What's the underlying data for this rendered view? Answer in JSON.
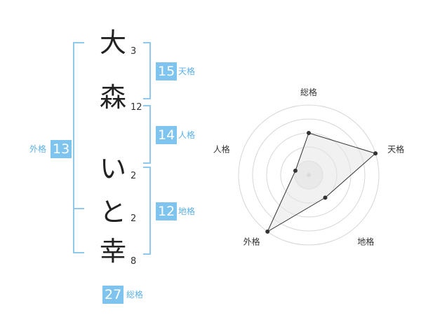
{
  "name_chars": [
    {
      "char": "大",
      "strokes": "3"
    },
    {
      "char": "森",
      "strokes": "12"
    },
    {
      "char": "い",
      "strokes": "2"
    },
    {
      "char": "と",
      "strokes": "2"
    },
    {
      "char": "幸",
      "strokes": "8"
    }
  ],
  "fortunes": {
    "tenkaku": {
      "label": "天格",
      "value": "15"
    },
    "jinkaku": {
      "label": "人格",
      "value": "14"
    },
    "chikaku": {
      "label": "地格",
      "value": "12"
    },
    "gaikaku": {
      "label": "外格",
      "value": "13"
    },
    "soukaku": {
      "label": "総格",
      "value": "27"
    }
  },
  "colors": {
    "accent": "#7ec4ee",
    "bracket": "#8fc9ef"
  },
  "chart_data": {
    "type": "radar",
    "axes": [
      "総格",
      "天格",
      "地格",
      "外格",
      "人格"
    ],
    "levels": 5,
    "max": 5,
    "values": [
      3,
      5,
      2,
      5,
      1
    ],
    "grid": true
  }
}
